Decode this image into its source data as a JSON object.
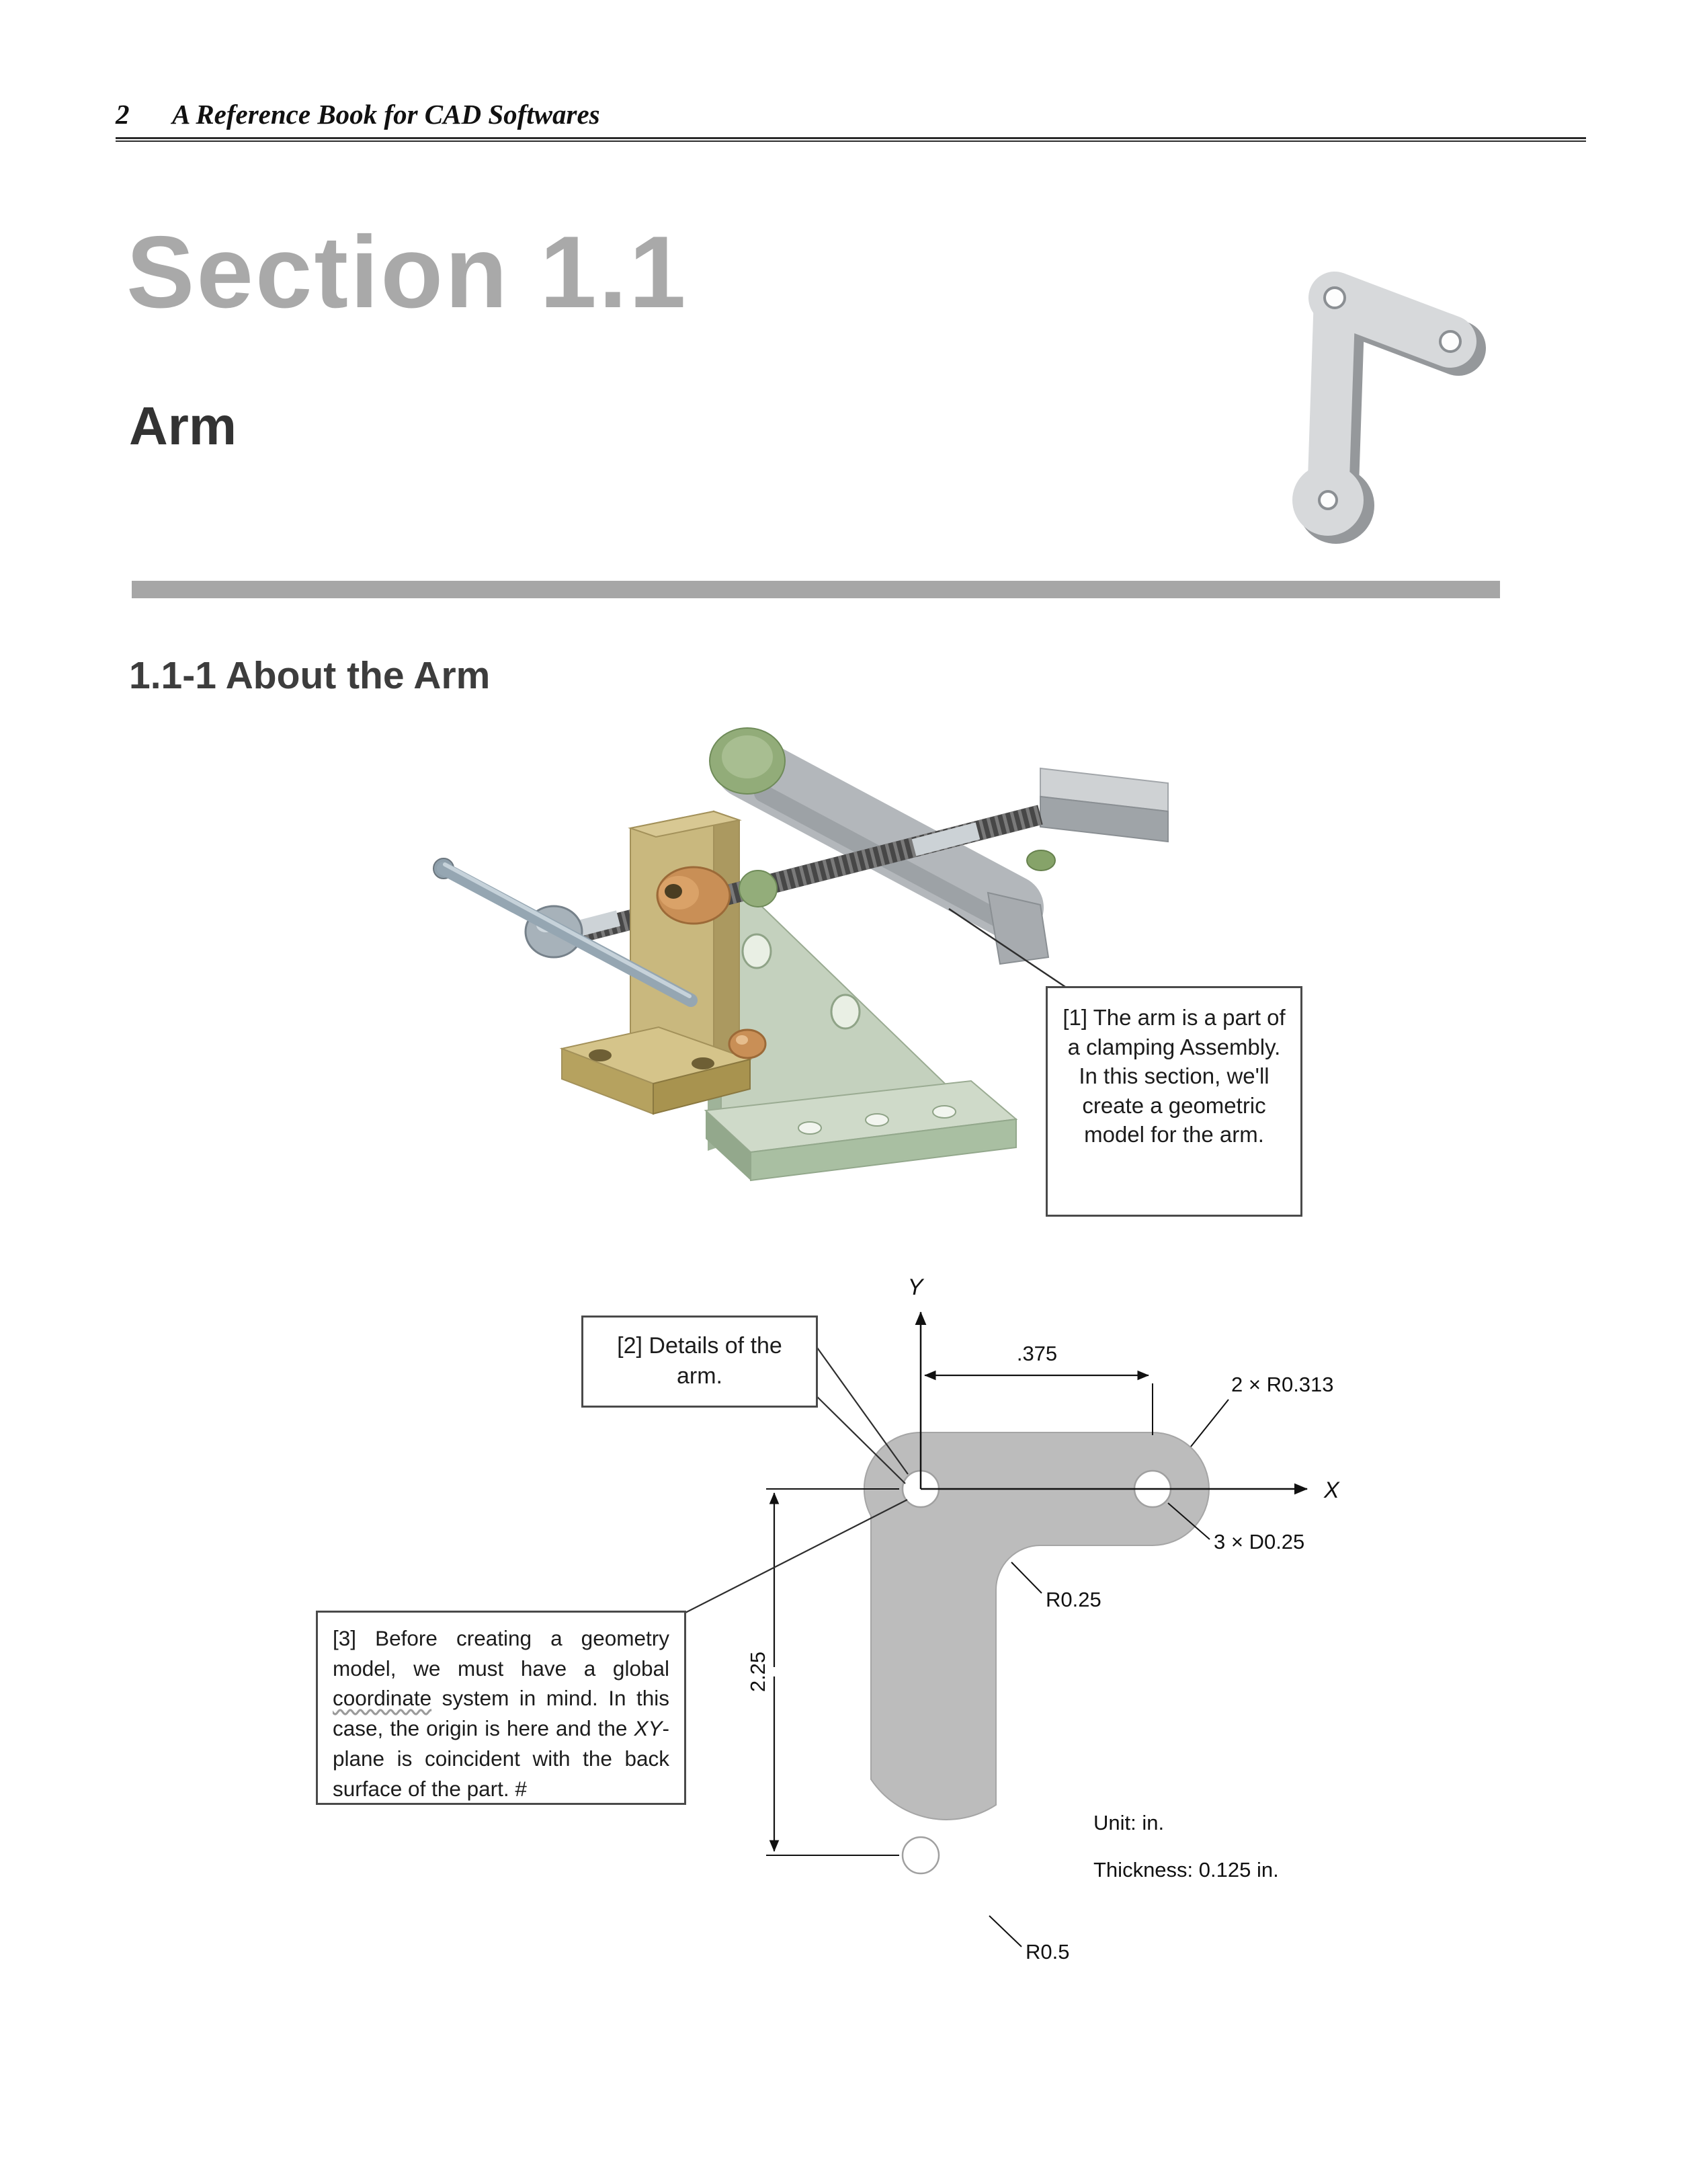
{
  "palette": {
    "section_title_gray": "#a9a9a9",
    "divider_gray": "#a6a6a6",
    "heading_dark": "#3d3d3d",
    "part_fill_gray": "#bcbcbc",
    "bracket_tan": "#c9b87e",
    "plate_sage_green": "#c4d1be",
    "bushing_copper": "#c98f56",
    "arm_gray": "#b3b7bb"
  },
  "header": {
    "page_number": "2",
    "book_title": "A Reference Book for CAD Softwares"
  },
  "section": {
    "title": "Section 1.1",
    "subtitle": "Arm"
  },
  "subsection": {
    "title": "1.1-1 About the Arm"
  },
  "callouts": {
    "c1": "[1] The arm is a part of a clamping Assembly. In this section, we'll create a geometric model for the arm.",
    "c2": "[2] Details of the arm.",
    "c3_part1": "[3] Before  creating  a geometry model, we must have a global ",
    "c3_wavy": "coordinate",
    "c3_part2": " system in mind. In this case, the origin is here and the ",
    "c3_italic": "XY",
    "c3_part3": "-plane is coincident with the back surface of the part. #"
  },
  "drawing": {
    "axes": {
      "x": "X",
      "y": "Y"
    },
    "dims": {
      "width": ".375",
      "end_radius": "2 × R0.313",
      "hole_diameter": "3 × D0.25",
      "fillet_radius": "R0.25",
      "height": "2.25",
      "bottom_radius": "R0.5"
    },
    "notes": {
      "unit": "Unit: in.",
      "thickness": "Thickness: 0.125 in."
    }
  }
}
